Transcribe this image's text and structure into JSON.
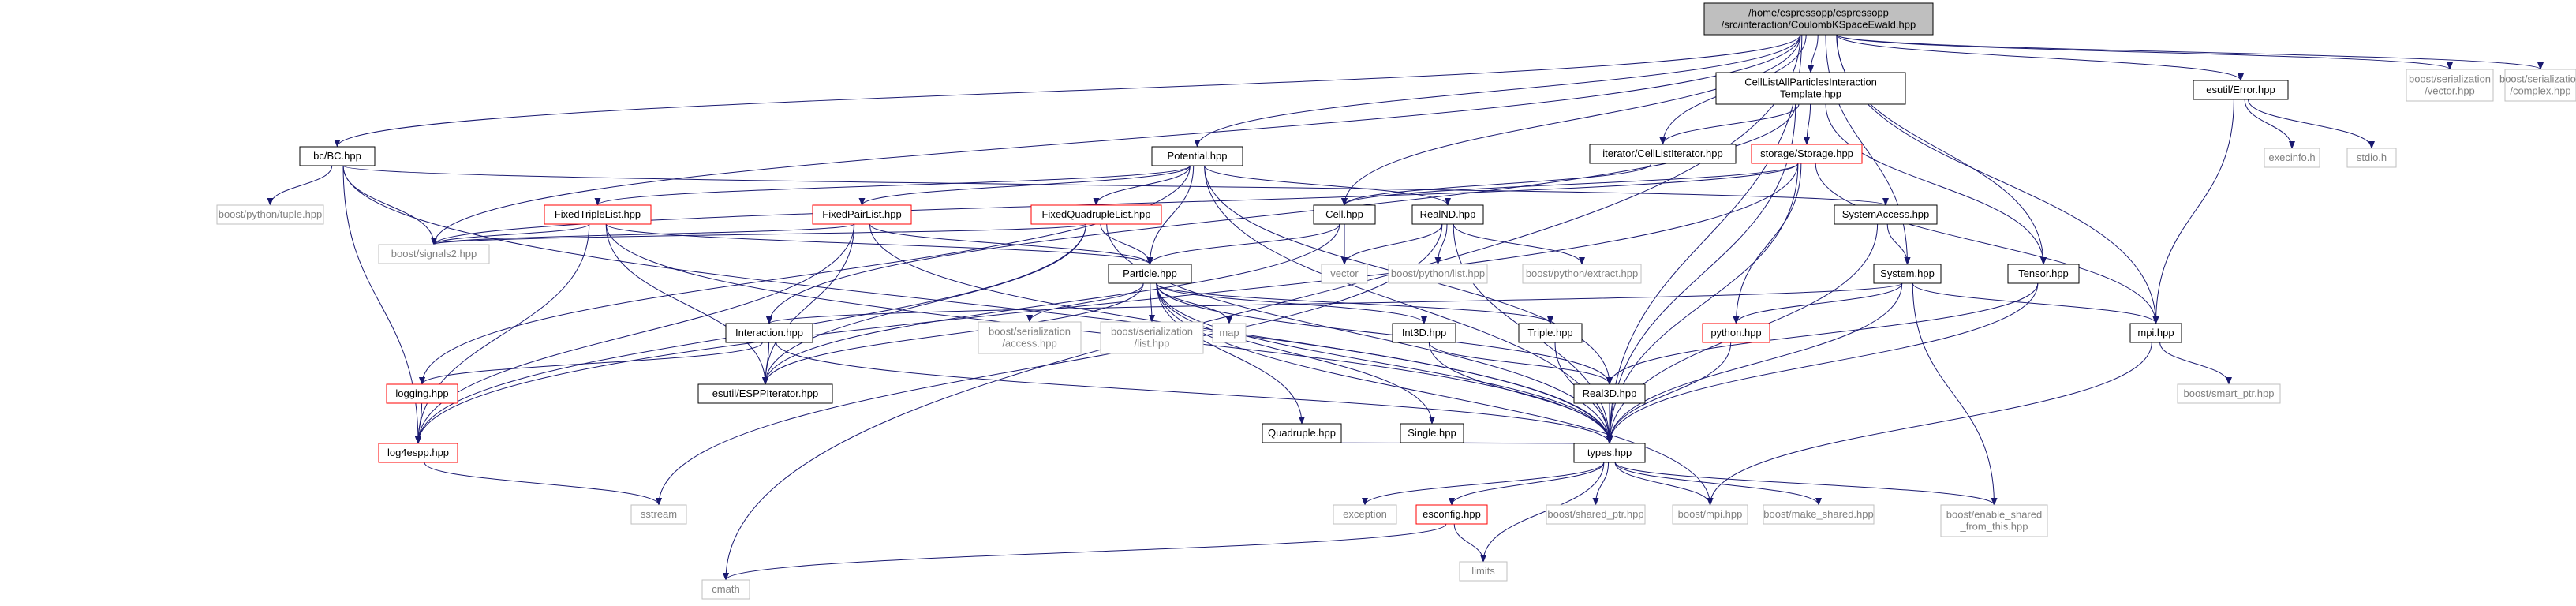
{
  "colors": {
    "edge": "#191970",
    "node_border": "#000000",
    "missing_border": "#ff0000",
    "external_border": "#bfbfbf",
    "root_fill": "#bfbfbf",
    "external_text": "#7f7f7f"
  },
  "nodes": [
    {
      "id": "root",
      "lines": [
        "/home/espressopp/espressopp",
        "/src/interaction/CoulombKSpaceEwald.hpp"
      ],
      "kind": "root"
    },
    {
      "id": "cellall",
      "lines": [
        "CellListAllParticlesInteraction",
        "Template.hpp"
      ],
      "kind": "normal"
    },
    {
      "id": "error",
      "lines": [
        "esutil/Error.hpp"
      ],
      "kind": "normal"
    },
    {
      "id": "bvector",
      "lines": [
        "boost/serialization",
        "/vector.hpp"
      ],
      "kind": "external"
    },
    {
      "id": "bcomplex",
      "lines": [
        "boost/serialization",
        "/complex.hpp"
      ],
      "kind": "external"
    },
    {
      "id": "bc",
      "lines": [
        "bc/BC.hpp"
      ],
      "kind": "normal"
    },
    {
      "id": "potential",
      "lines": [
        "Potential.hpp"
      ],
      "kind": "normal"
    },
    {
      "id": "celliter",
      "lines": [
        "iterator/CellListIterator.hpp"
      ],
      "kind": "normal"
    },
    {
      "id": "storage",
      "lines": [
        "storage/Storage.hpp"
      ],
      "kind": "missing"
    },
    {
      "id": "execinfo",
      "lines": [
        "execinfo.h"
      ],
      "kind": "external"
    },
    {
      "id": "stdio",
      "lines": [
        "stdio.h"
      ],
      "kind": "external"
    },
    {
      "id": "bpytuple",
      "lines": [
        "boost/python/tuple.hpp"
      ],
      "kind": "external"
    },
    {
      "id": "fixedtriple",
      "lines": [
        "FixedTripleList.hpp"
      ],
      "kind": "missing"
    },
    {
      "id": "fixedpair",
      "lines": [
        "FixedPairList.hpp"
      ],
      "kind": "missing"
    },
    {
      "id": "fixedquad",
      "lines": [
        "FixedQuadrupleList.hpp"
      ],
      "kind": "missing"
    },
    {
      "id": "cell",
      "lines": [
        "Cell.hpp"
      ],
      "kind": "normal"
    },
    {
      "id": "realnd",
      "lines": [
        "RealND.hpp"
      ],
      "kind": "normal"
    },
    {
      "id": "sysaccess",
      "lines": [
        "SystemAccess.hpp"
      ],
      "kind": "normal"
    },
    {
      "id": "tensor",
      "lines": [
        "Tensor.hpp"
      ],
      "kind": "normal"
    },
    {
      "id": "signals2",
      "lines": [
        "boost/signals2.hpp"
      ],
      "kind": "external"
    },
    {
      "id": "vector",
      "lines": [
        "vector"
      ],
      "kind": "external"
    },
    {
      "id": "bpylist",
      "lines": [
        "boost/python/list.hpp"
      ],
      "kind": "external"
    },
    {
      "id": "bpyextract",
      "lines": [
        "boost/python/extract.hpp"
      ],
      "kind": "external"
    },
    {
      "id": "particle",
      "lines": [
        "Particle.hpp"
      ],
      "kind": "normal"
    },
    {
      "id": "system",
      "lines": [
        "System.hpp"
      ],
      "kind": "normal"
    },
    {
      "id": "mpi",
      "lines": [
        "mpi.hpp"
      ],
      "kind": "normal"
    },
    {
      "id": "interaction",
      "lines": [
        "Interaction.hpp"
      ],
      "kind": "normal"
    },
    {
      "id": "baccess",
      "lines": [
        "boost/serialization",
        "/access.hpp"
      ],
      "kind": "external"
    },
    {
      "id": "bslist",
      "lines": [
        "boost/serialization",
        "/list.hpp"
      ],
      "kind": "external"
    },
    {
      "id": "map",
      "lines": [
        "map"
      ],
      "kind": "external"
    },
    {
      "id": "int3d",
      "lines": [
        "Int3D.hpp"
      ],
      "kind": "normal"
    },
    {
      "id": "triple",
      "lines": [
        "Triple.hpp"
      ],
      "kind": "normal"
    },
    {
      "id": "python",
      "lines": [
        "python.hpp"
      ],
      "kind": "missing"
    },
    {
      "id": "logging",
      "lines": [
        "logging.hpp"
      ],
      "kind": "missing"
    },
    {
      "id": "espp",
      "lines": [
        "esutil/ESPPIterator.hpp"
      ],
      "kind": "normal"
    },
    {
      "id": "real3d",
      "lines": [
        "Real3D.hpp"
      ],
      "kind": "normal"
    },
    {
      "id": "bsmart",
      "lines": [
        "boost/smart_ptr.hpp"
      ],
      "kind": "external"
    },
    {
      "id": "quadruple",
      "lines": [
        "Quadruple.hpp"
      ],
      "kind": "normal"
    },
    {
      "id": "single",
      "lines": [
        "Single.hpp"
      ],
      "kind": "normal"
    },
    {
      "id": "log4espp",
      "lines": [
        "log4espp.hpp"
      ],
      "kind": "missing"
    },
    {
      "id": "types",
      "lines": [
        "types.hpp"
      ],
      "kind": "normal"
    },
    {
      "id": "sstream",
      "lines": [
        "sstream"
      ],
      "kind": "external"
    },
    {
      "id": "exception",
      "lines": [
        "exception"
      ],
      "kind": "external"
    },
    {
      "id": "esconfig",
      "lines": [
        "esconfig.hpp"
      ],
      "kind": "missing"
    },
    {
      "id": "bshared",
      "lines": [
        "boost/shared_ptr.hpp"
      ],
      "kind": "external"
    },
    {
      "id": "bmpi",
      "lines": [
        "boost/mpi.hpp"
      ],
      "kind": "external"
    },
    {
      "id": "bmake",
      "lines": [
        "boost/make_shared.hpp"
      ],
      "kind": "external"
    },
    {
      "id": "benable",
      "lines": [
        "boost/enable_shared",
        "_from_this.hpp"
      ],
      "kind": "external"
    },
    {
      "id": "climits",
      "lines": [
        "limits"
      ],
      "kind": "external"
    },
    {
      "id": "cmath",
      "lines": [
        "cmath"
      ],
      "kind": "external"
    }
  ],
  "edges": [
    [
      "root",
      "cellall"
    ],
    [
      "root",
      "error"
    ],
    [
      "root",
      "bvector"
    ],
    [
      "root",
      "bcomplex"
    ],
    [
      "root",
      "bc"
    ],
    [
      "root",
      "potential"
    ],
    [
      "root",
      "celliter"
    ],
    [
      "root",
      "cell"
    ],
    [
      "root",
      "system"
    ],
    [
      "root",
      "tensor"
    ],
    [
      "root",
      "mpi"
    ],
    [
      "root",
      "types"
    ],
    [
      "root",
      "signals2"
    ],
    [
      "root",
      "cmath"
    ],
    [
      "cellall",
      "celliter"
    ],
    [
      "cellall",
      "storage"
    ],
    [
      "cellall",
      "interaction"
    ],
    [
      "cellall",
      "tensor"
    ],
    [
      "cellall",
      "types"
    ],
    [
      "error",
      "execinfo"
    ],
    [
      "error",
      "stdio"
    ],
    [
      "error",
      "mpi"
    ],
    [
      "bc",
      "bpytuple"
    ],
    [
      "bc",
      "signals2"
    ],
    [
      "bc",
      "sysaccess"
    ],
    [
      "bc",
      "log4espp"
    ],
    [
      "bc",
      "types"
    ],
    [
      "potential",
      "fixedtriple"
    ],
    [
      "potential",
      "fixedpair"
    ],
    [
      "potential",
      "fixedquad"
    ],
    [
      "potential",
      "realnd"
    ],
    [
      "potential",
      "particle"
    ],
    [
      "potential",
      "logging"
    ],
    [
      "potential",
      "real3d"
    ],
    [
      "potential",
      "types"
    ],
    [
      "celliter",
      "cell"
    ],
    [
      "storage",
      "cell"
    ],
    [
      "storage",
      "python"
    ],
    [
      "storage",
      "mpi"
    ],
    [
      "storage",
      "types"
    ],
    [
      "storage",
      "signals2"
    ],
    [
      "storage",
      "log4espp"
    ],
    [
      "fixedtriple",
      "signals2"
    ],
    [
      "fixedtriple",
      "particle"
    ],
    [
      "fixedtriple",
      "espp"
    ],
    [
      "fixedtriple",
      "log4espp"
    ],
    [
      "fixedtriple",
      "types"
    ],
    [
      "fixedpair",
      "signals2"
    ],
    [
      "fixedpair",
      "particle"
    ],
    [
      "fixedpair",
      "espp"
    ],
    [
      "fixedpair",
      "log4espp"
    ],
    [
      "fixedpair",
      "types"
    ],
    [
      "fixedquad",
      "signals2"
    ],
    [
      "fixedquad",
      "particle"
    ],
    [
      "fixedquad",
      "espp"
    ],
    [
      "fixedquad",
      "log4espp"
    ],
    [
      "fixedquad",
      "types"
    ],
    [
      "cell",
      "particle"
    ],
    [
      "cell",
      "vector"
    ],
    [
      "cell",
      "espp"
    ],
    [
      "realnd",
      "vector"
    ],
    [
      "realnd",
      "bpylist"
    ],
    [
      "realnd",
      "bpyextract"
    ],
    [
      "realnd",
      "types"
    ],
    [
      "realnd",
      "sstream"
    ],
    [
      "sysaccess",
      "system"
    ],
    [
      "sysaccess",
      "types"
    ],
    [
      "tensor",
      "real3d"
    ],
    [
      "tensor",
      "types"
    ],
    [
      "particle",
      "baccess"
    ],
    [
      "particle",
      "bslist"
    ],
    [
      "particle",
      "map"
    ],
    [
      "particle",
      "int3d"
    ],
    [
      "particle",
      "triple"
    ],
    [
      "particle",
      "quadruple"
    ],
    [
      "particle",
      "single"
    ],
    [
      "particle",
      "real3d"
    ],
    [
      "particle",
      "types"
    ],
    [
      "particle",
      "bmpi"
    ],
    [
      "particle",
      "espp"
    ],
    [
      "system",
      "python"
    ],
    [
      "system",
      "mpi"
    ],
    [
      "system",
      "interaction"
    ],
    [
      "system",
      "types"
    ],
    [
      "system",
      "benable"
    ],
    [
      "mpi",
      "bsmart"
    ],
    [
      "mpi",
      "bmpi"
    ],
    [
      "interaction",
      "logging"
    ],
    [
      "interaction",
      "espp"
    ],
    [
      "interaction",
      "types"
    ],
    [
      "int3d",
      "real3d"
    ],
    [
      "int3d",
      "types"
    ],
    [
      "triple",
      "types"
    ],
    [
      "python",
      "types"
    ],
    [
      "logging",
      "log4espp"
    ],
    [
      "real3d",
      "types"
    ],
    [
      "quadruple",
      "types"
    ],
    [
      "single",
      "types"
    ],
    [
      "log4espp",
      "sstream"
    ],
    [
      "types",
      "exception"
    ],
    [
      "types",
      "esconfig"
    ],
    [
      "types",
      "bshared"
    ],
    [
      "types",
      "bmpi"
    ],
    [
      "types",
      "bmake"
    ],
    [
      "types",
      "benable"
    ],
    [
      "types",
      "climits"
    ],
    [
      "esconfig",
      "climits"
    ],
    [
      "esconfig",
      "cmath"
    ]
  ]
}
